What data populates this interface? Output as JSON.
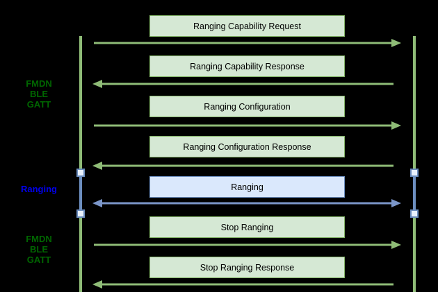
{
  "labels": {
    "left_top": {
      "lines": [
        "FMDN",
        "BLE",
        "GATT"
      ]
    },
    "left_middle": {
      "text": "Ranging"
    },
    "left_bottom": {
      "lines": [
        "FMDN",
        "BLE",
        "GATT"
      ]
    }
  },
  "messages": [
    {
      "label": "Ranging Capability Request",
      "direction": "right",
      "scheme": "green"
    },
    {
      "label": "Ranging Capability Response",
      "direction": "left",
      "scheme": "green"
    },
    {
      "label": "Ranging Configuration",
      "direction": "right",
      "scheme": "green"
    },
    {
      "label": "Ranging Configuration Response",
      "direction": "left",
      "scheme": "green"
    },
    {
      "label": "Ranging",
      "direction": "both",
      "scheme": "blue"
    },
    {
      "label": "Stop Ranging",
      "direction": "right",
      "scheme": "green"
    },
    {
      "label": "Stop Ranging Response",
      "direction": "left",
      "scheme": "green"
    }
  ],
  "colors": {
    "background": "#000000",
    "green_box_fill": "#d5e8d4",
    "green_box_border": "#82b366",
    "green_line": "#8fbc77",
    "blue_box_fill": "#dae8fc",
    "blue_box_border": "#6c8ebf",
    "blue_line": "#7b96c9",
    "label_green": "#006600",
    "label_blue": "#0000ee",
    "box_text": "#000000"
  }
}
